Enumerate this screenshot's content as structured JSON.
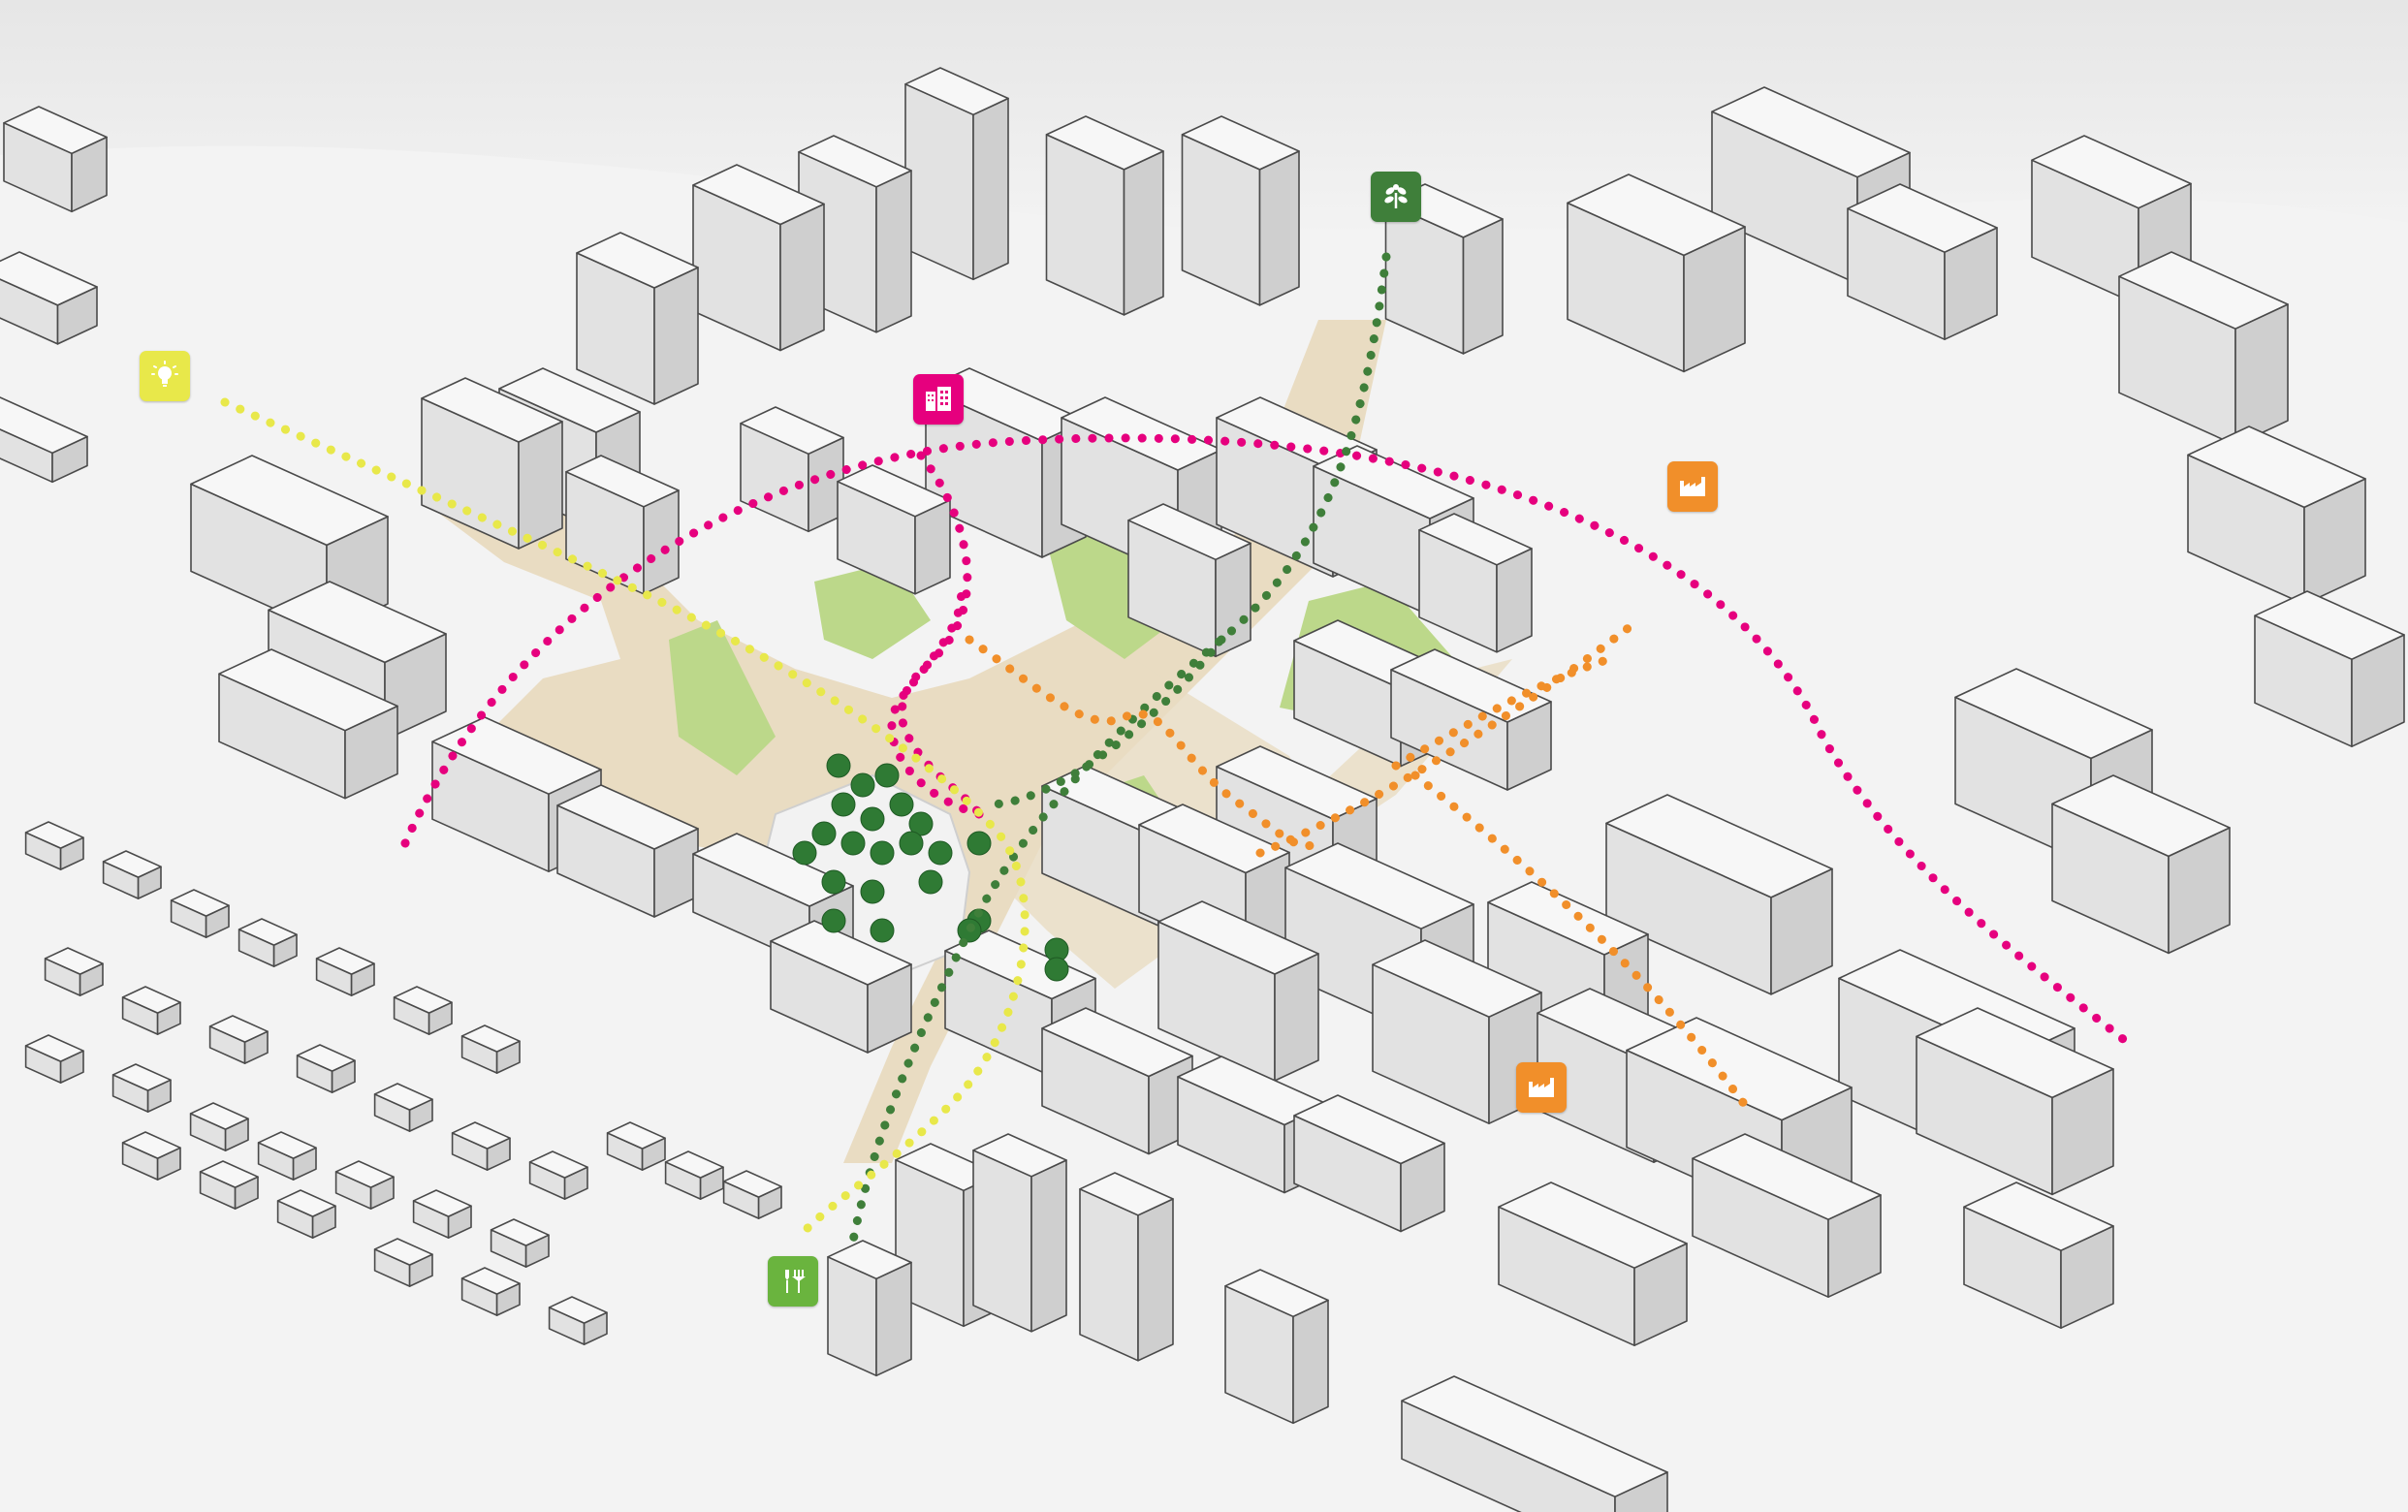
{
  "diagram": {
    "colors": {
      "pink": "#e6007e",
      "green": "#3f7f3a",
      "yellow": "#e8e84a",
      "orange": "#f18f2a",
      "light_green": "#6ab43e",
      "plaza": "#e9dcc2",
      "courtyard": "#bcd88a",
      "tree": "#2f7a34"
    },
    "icons": [
      {
        "id": "lightbulb",
        "name": "lightbulb-icon",
        "color": "#e8e84a"
      },
      {
        "id": "buildings",
        "name": "buildings-icon",
        "color": "#e6007e"
      },
      {
        "id": "plant",
        "name": "plant-icon",
        "color": "#3f7f3a"
      },
      {
        "id": "factory_1",
        "name": "factory-icon",
        "color": "#f18f2a"
      },
      {
        "id": "factory_2",
        "name": "factory-icon",
        "color": "#f18f2a"
      },
      {
        "id": "garden_tools",
        "name": "garden-tools-icon",
        "color": "#6ab43e"
      }
    ]
  }
}
